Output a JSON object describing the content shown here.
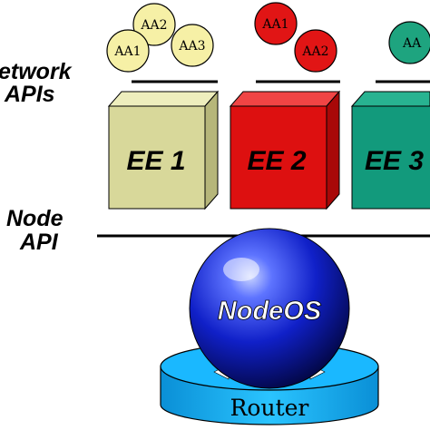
{
  "labels": {
    "network_apis_line1": "etwork",
    "network_apis_line2": "APIs",
    "node_api_line1": "Node",
    "node_api_line2": "API",
    "nodeos": "NodeOS",
    "router": "Router"
  },
  "environments": [
    {
      "label": "EE 1",
      "front_color": "#d8d89a",
      "side_color": "#b6b67a",
      "top_color": "#eeeebd",
      "apps": [
        "AA2",
        "AA1",
        "AA3"
      ],
      "app_color": "#f6f0a6"
    },
    {
      "label": "EE 2",
      "front_color": "#dd1010",
      "side_color": "#a80808",
      "top_color": "#f04545",
      "apps": [
        "AA1",
        "AA2"
      ],
      "app_color": "#e11515"
    },
    {
      "label": "EE 3",
      "front_color": "#129a7c",
      "side_color": "#0b7a60",
      "top_color": "#28b391",
      "apps": [
        "AA"
      ],
      "app_color": "#1ea47f"
    }
  ],
  "colors": {
    "outline": "#000000",
    "nodeos_sphere": "#1020c8",
    "router_cyan": "#1ab8ff"
  }
}
